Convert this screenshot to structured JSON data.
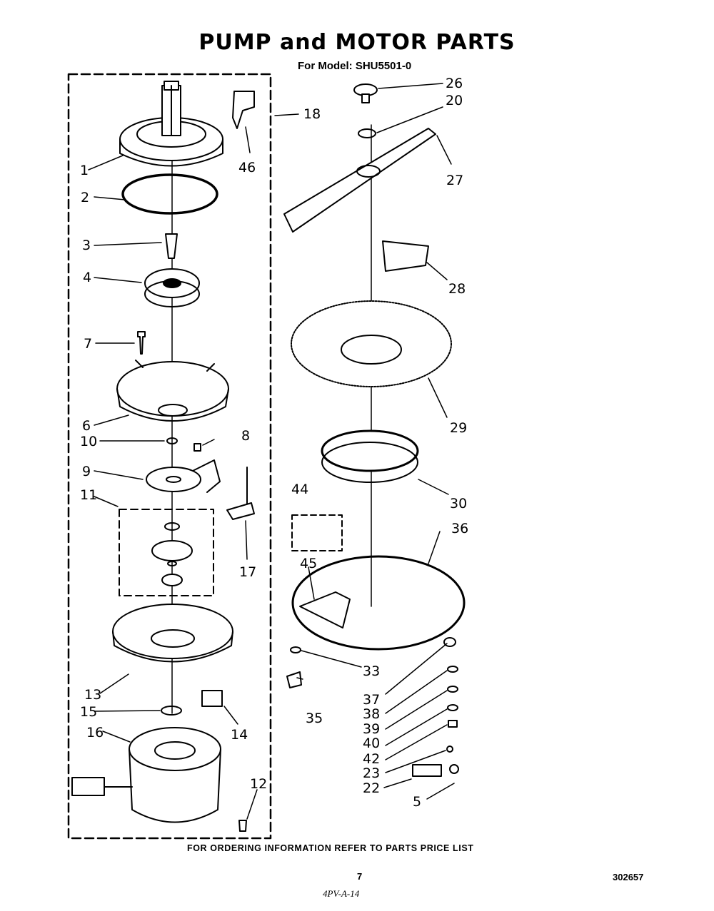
{
  "title": "PUMP and MOTOR PARTS",
  "model_line": "For Model: SHU5501-0",
  "footer_note": "FOR ORDERING INFORMATION REFER TO PARTS PRICE LIST",
  "page_number": "7",
  "document_number": "302657",
  "handwritten_note": "4PV-A-14",
  "callouts": {
    "c1": "1",
    "c2": "2",
    "c3": "3",
    "c4": "4",
    "c5": "5",
    "c6": "6",
    "c7": "7",
    "c8": "8",
    "c9": "9",
    "c10": "10",
    "c11": "11",
    "c12": "12",
    "c13": "13",
    "c14": "14",
    "c15": "15",
    "c16": "16",
    "c17": "17",
    "c18": "18",
    "c20": "20",
    "c22": "22",
    "c23": "23",
    "c26": "26",
    "c27": "27",
    "c28": "28",
    "c29": "29",
    "c30": "30",
    "c33": "33",
    "c35": "35",
    "c36": "36",
    "c37": "37",
    "c38": "38",
    "c39": "39",
    "c40": "40",
    "c42": "42",
    "c44": "44",
    "c45": "45",
    "c46": "46"
  }
}
